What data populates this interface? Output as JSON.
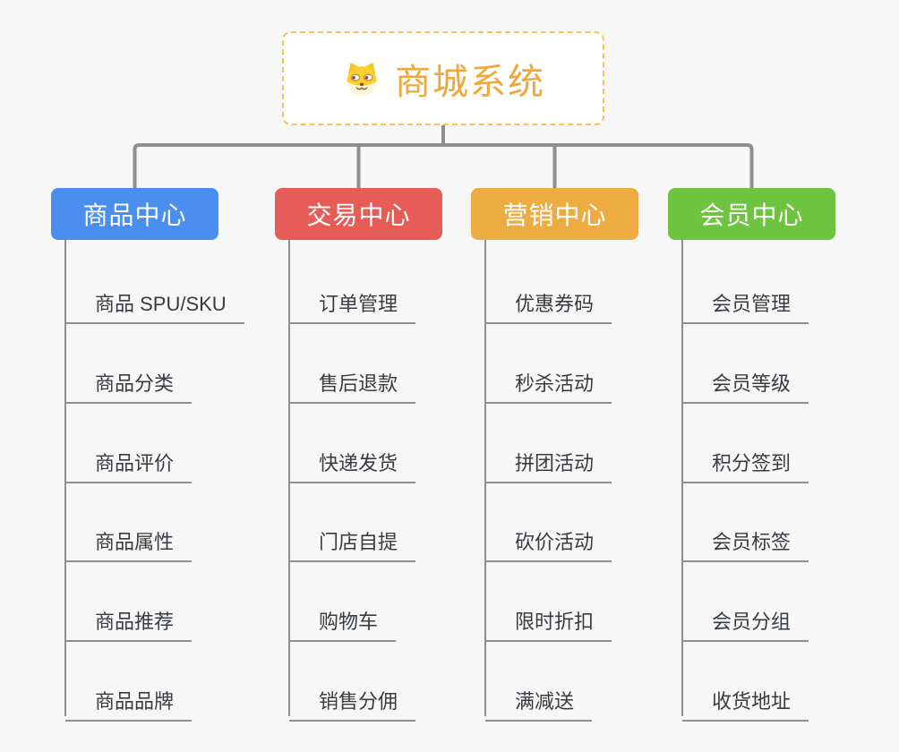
{
  "root": {
    "title": "商城系统",
    "icon": "shiba-dog-icon"
  },
  "branches": [
    {
      "label": "商品中心",
      "color": "#4a8ef0",
      "children": [
        "商品 SPU/SKU",
        "商品分类",
        "商品评价",
        "商品属性",
        "商品推荐",
        "商品品牌"
      ]
    },
    {
      "label": "交易中心",
      "color": "#e65d57",
      "children": [
        "订单管理",
        "售后退款",
        "快递发货",
        "门店自提",
        "购物车",
        "销售分佣"
      ]
    },
    {
      "label": "营销中心",
      "color": "#ecac41",
      "children": [
        "优惠券码",
        "秒杀活动",
        "拼团活动",
        "砍价活动",
        "限时折扣",
        "满减送"
      ]
    },
    {
      "label": "会员中心",
      "color": "#6ec43e",
      "children": [
        "会员管理",
        "会员等级",
        "积分签到",
        "会员标签",
        "会员分组",
        "收货地址"
      ]
    }
  ],
  "colors": {
    "background": "#f7f7f7",
    "root_text": "#f0a63b",
    "root_border": "#f5c258",
    "connector": "#8f8f8f",
    "child_text": "#383c40",
    "branch_text": "#ffffff"
  }
}
